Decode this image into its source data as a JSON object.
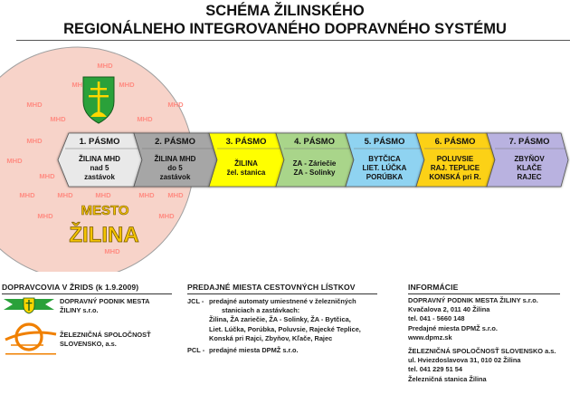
{
  "header": {
    "line1": "SCHÉMA ŽILINSKÉHO",
    "line2": "REGIONÁLNEHO INTEGROVANÉHO DOPRAVNÉHO SYSTÉMU"
  },
  "city": {
    "mhd_label": "MHD",
    "name_top": "MESTO",
    "name_bottom": "ŽILINA"
  },
  "zones": [
    {
      "title": "1. PÁSMO",
      "lines": [
        "ŽILINA MHD",
        "nad 5",
        "zastávok"
      ],
      "color": "#e9e9e9"
    },
    {
      "title": "2. PÁSMO",
      "lines": [
        "ŽILINA MHD",
        "do 5",
        "zastávok"
      ],
      "color": "#a6a6a6"
    },
    {
      "title": "3. PÁSMO",
      "lines": [
        "ŽILINA",
        "žel. stanica"
      ],
      "color": "#ffff00"
    },
    {
      "title": "4. PÁSMO",
      "lines": [
        "ZA - Záriečie",
        "ZA - Solinky"
      ],
      "color": "#a9d58a"
    },
    {
      "title": "5. PÁSMO",
      "lines": [
        "BYTČICA",
        "LIET. LÚČKA",
        "PORÚBKA"
      ],
      "color": "#8fd3f1"
    },
    {
      "title": "6. PÁSMO",
      "lines": [
        "POLUVSIE",
        "RAJ. TEPLICE",
        "KONSKÁ pri R."
      ],
      "color": "#fcd116"
    },
    {
      "title": "7. PÁSMO",
      "lines": [
        "ZBYŇOV",
        "KLAČE",
        "RAJEC"
      ],
      "color": "#b9b2e0"
    }
  ],
  "carriers": {
    "heading": "DOPRAVCOVIA V ŽRIDS (k 1.9.2009)",
    "items": [
      {
        "lines": [
          "DOPRAVNÝ PODNIK MESTA",
          "ŽILINY s.r.o."
        ]
      },
      {
        "lines": [
          "ŽELEZNIČNÁ SPOLOČNOSŤ",
          "SLOVENSKO, a.s."
        ]
      }
    ]
  },
  "tickets": {
    "heading": "PREDAJNÉ MIESTA CESTOVNÝCH LÍSTKOV",
    "jcl_code": "JCL -",
    "jcl_lines": [
      "predajné automaty umiestnené v železničných",
      "staniciach a zastávkach:",
      "Žilina,  ŽA zariečie,  ŽA - Solinky,  ŽA - Bytčica,",
      "Liet. Lúčka, Porúbka, Poluvsie, Rajecké Teplice,",
      "Konská pri Rajci,  Zbyňov,  Kľače,  Rajec"
    ],
    "pcl_code": "PCL -",
    "pcl_line": "predajné miesta DPMŽ s.r.o."
  },
  "info": {
    "heading": "INFORMÁCIE",
    "blocks": [
      {
        "lines": [
          "DOPRAVNÝ PODNIK MESTA ŽILINY s.r.o.",
          "Kvačalova 2, 011 40 Žilina",
          "tel. 041 - 5660 148",
          "Predajné miesta DPMŽ s.r.o.",
          "www.dpmz.sk"
        ]
      },
      {
        "lines": [
          "ŽELEZNIČNÁ SPOLOČNOSŤ SLOVENSKO a.s.",
          "ul. Hviezdoslavova 31, 010 02 Žilina",
          "tel. 041 229 51 54",
          "Železničná stanica Žilina"
        ]
      }
    ]
  },
  "colors": {
    "city_circle": "#f7d3c9",
    "mhd_text": "#ff8c82",
    "city_name": "#f5c400",
    "logo_green": "#2aa13a",
    "zssk_orange": "#f08000"
  }
}
